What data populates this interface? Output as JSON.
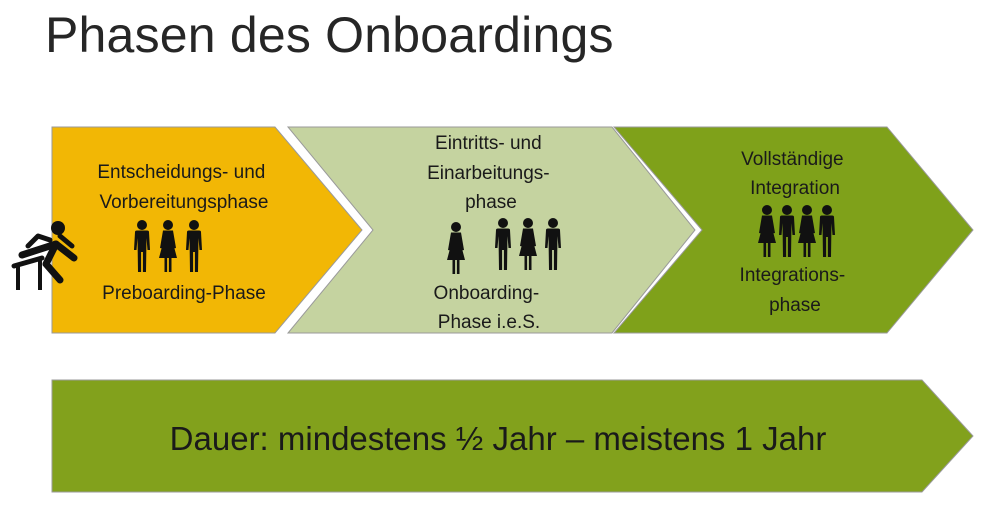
{
  "title": "Phasen des Onboardings",
  "colors": {
    "phase1": "#f2b705",
    "phase2": "#c5d3a0",
    "phase3": "#7fa11a",
    "duration": "#82a11c",
    "border": "#9a9a9a",
    "figures": "#111111"
  },
  "phases": [
    {
      "top_lines": [
        "Entscheidungs- und",
        "Vorbereitungsphase"
      ],
      "bottom_lines": [
        "Preboarding-Phase"
      ]
    },
    {
      "top_lines": [
        "Eintritts- und",
        "Einarbeitungs-",
        "phase"
      ],
      "bottom_lines": [
        "Onboarding-",
        "Phase i.e.S."
      ]
    },
    {
      "top_lines": [
        "Vollständige",
        "Integration"
      ],
      "bottom_lines": [
        "Integrations-",
        "phase"
      ]
    }
  ],
  "duration": "Dauer: mindestens ½ Jahr – meistens 1 Jahr",
  "icons": [
    "hurdle-runner-icon",
    "people-group-icon",
    "person-woman-icon",
    "people-group-icon",
    "people-group-icon"
  ]
}
